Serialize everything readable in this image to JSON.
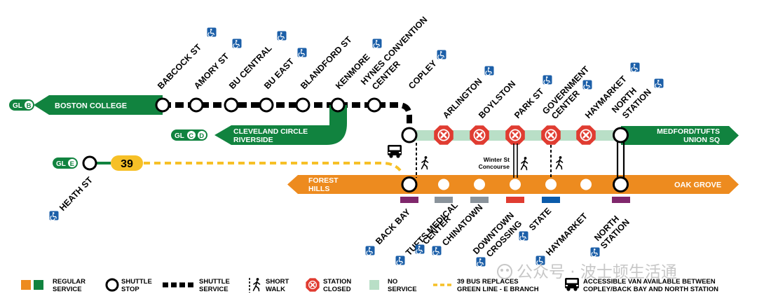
{
  "colors": {
    "green": "#11833f",
    "orange": "#ed8b1f",
    "pale_green": "#b9dfc7",
    "red": "#e03c31",
    "yellow": "#f6c027",
    "purple": "#80276c",
    "gray": "#8a939b",
    "blue": "#0b5bab",
    "access_blue": "#1c5fa8"
  },
  "green_line": {
    "badge_gl": "GL",
    "b_letter": "B",
    "c_letter": "C",
    "d_letter": "D",
    "e_letter": "E",
    "b_terminus": "BOSTON COLLEGE",
    "cd_terminus_1": "CLEVELAND CIRCLE",
    "cd_terminus_2": "RIVERSIDE",
    "medford_1": "MEDFORD/TUFTS",
    "medford_2": "UNION SQ",
    "shuttle_stops": [
      "BABCOCK ST",
      "AMORY ST",
      "BU CENTRAL",
      "BU EAST",
      "BLANDFORD ST",
      "KENMORE",
      "HYNES CONVENTION",
      "CENTER",
      "COPLEY"
    ],
    "closed_stations": [
      "ARLINGTON",
      "BOYLSTON",
      "PARK ST",
      "GOVERNMENT",
      "CENTER",
      "HAYMARKET"
    ],
    "north_station_1": "NORTH",
    "north_station_2": "STATION",
    "winter_st_1": "Winter St",
    "winter_st_2": "Concourse",
    "heath_st": "HEATH ST",
    "bus_route": "39"
  },
  "orange_line": {
    "forest_hills_1": "FOREST",
    "forest_hills_2": "HILLS",
    "oak_grove": "OAK GROVE",
    "stations": [
      "BACK BAY",
      "TUFTS MEDICAL",
      "CENTER",
      "CHINATOWN",
      "DOWNTOWN",
      "CROSSING",
      "STATE",
      "HAYMARKET",
      "NORTH",
      "STATION"
    ]
  },
  "legend": {
    "regular_1": "REGULAR",
    "regular_2": "SERVICE",
    "shuttle_stop_1": "SHUTTLE",
    "shuttle_stop_2": "STOP",
    "shuttle_service_1": "SHUTTLE",
    "shuttle_service_2": "SERVICE",
    "short_walk_1": "SHORT",
    "short_walk_2": "WALK",
    "closed_1": "STATION",
    "closed_2": "CLOSED",
    "no_service_1": "NO",
    "no_service_2": "SERVICE",
    "bus_1": "39 BUS REPLACES",
    "bus_2": "GREEN LINE - E BRANCH",
    "van_1": "ACCESSIBLE VAN AVAILABLE BETWEEN",
    "van_2": "COPLEY/BACK BAY AND NORTH STATION"
  },
  "watermark": "公众号 · 波士顿生活通"
}
